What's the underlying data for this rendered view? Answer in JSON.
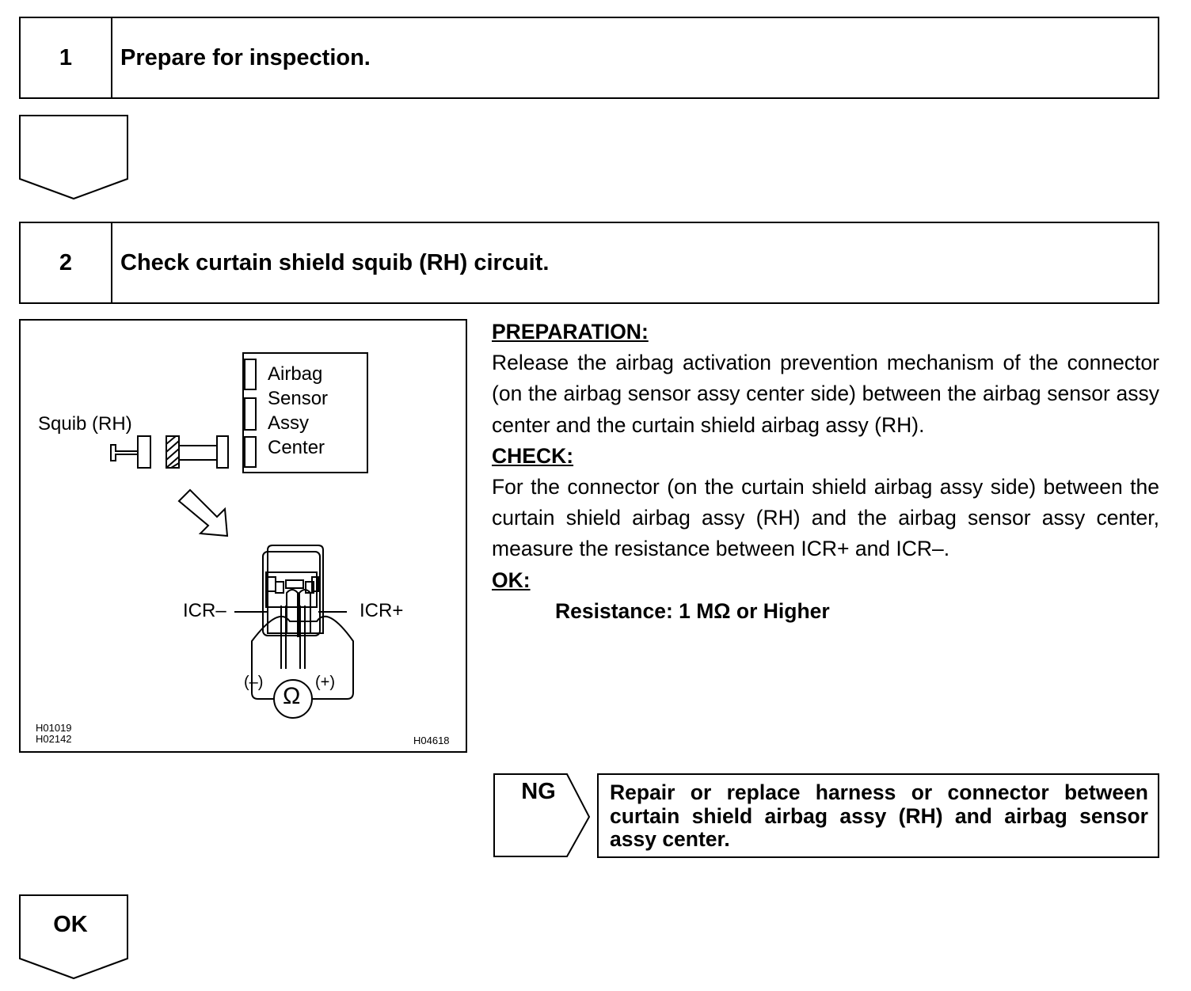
{
  "steps": [
    {
      "number": "1",
      "title": "Prepare for inspection."
    },
    {
      "number": "2",
      "title": "Check curtain shield squib (RH) circuit."
    }
  ],
  "figure": {
    "airbag_sensor_label": [
      "Airbag",
      "Sensor",
      "Assy",
      "Center"
    ],
    "squib_label": "Squib (RH)",
    "icr_minus_label": "ICR–",
    "icr_plus_label": "ICR+",
    "meter_minus": "(–)",
    "meter_plus": "(+)",
    "meter_symbol": "Ω",
    "codes_left": [
      "H01019",
      "H02142"
    ],
    "code_right": "H04618"
  },
  "instructions": {
    "preparation_heading": "PREPARATION:",
    "preparation_text": "Release the airbag activation prevention mechanism of the connector (on the airbag sensor assy center side) between the airbag sensor assy center and the curtain shield airbag assy (RH).",
    "check_heading": "CHECK:",
    "check_text": "For the connector (on the curtain shield airbag assy side) between the curtain shield airbag assy (RH) and the airbag sensor assy center, measure the resistance between ICR+ and ICR–.",
    "ok_heading": "OK:",
    "ok_spec": "Resistance: 1 MΩ or Higher"
  },
  "ng": {
    "label": "NG",
    "action": "Repair or replace harness or connector between curtain shield airbag assy (RH) and airbag sensor assy center."
  },
  "ok_label": "OK"
}
